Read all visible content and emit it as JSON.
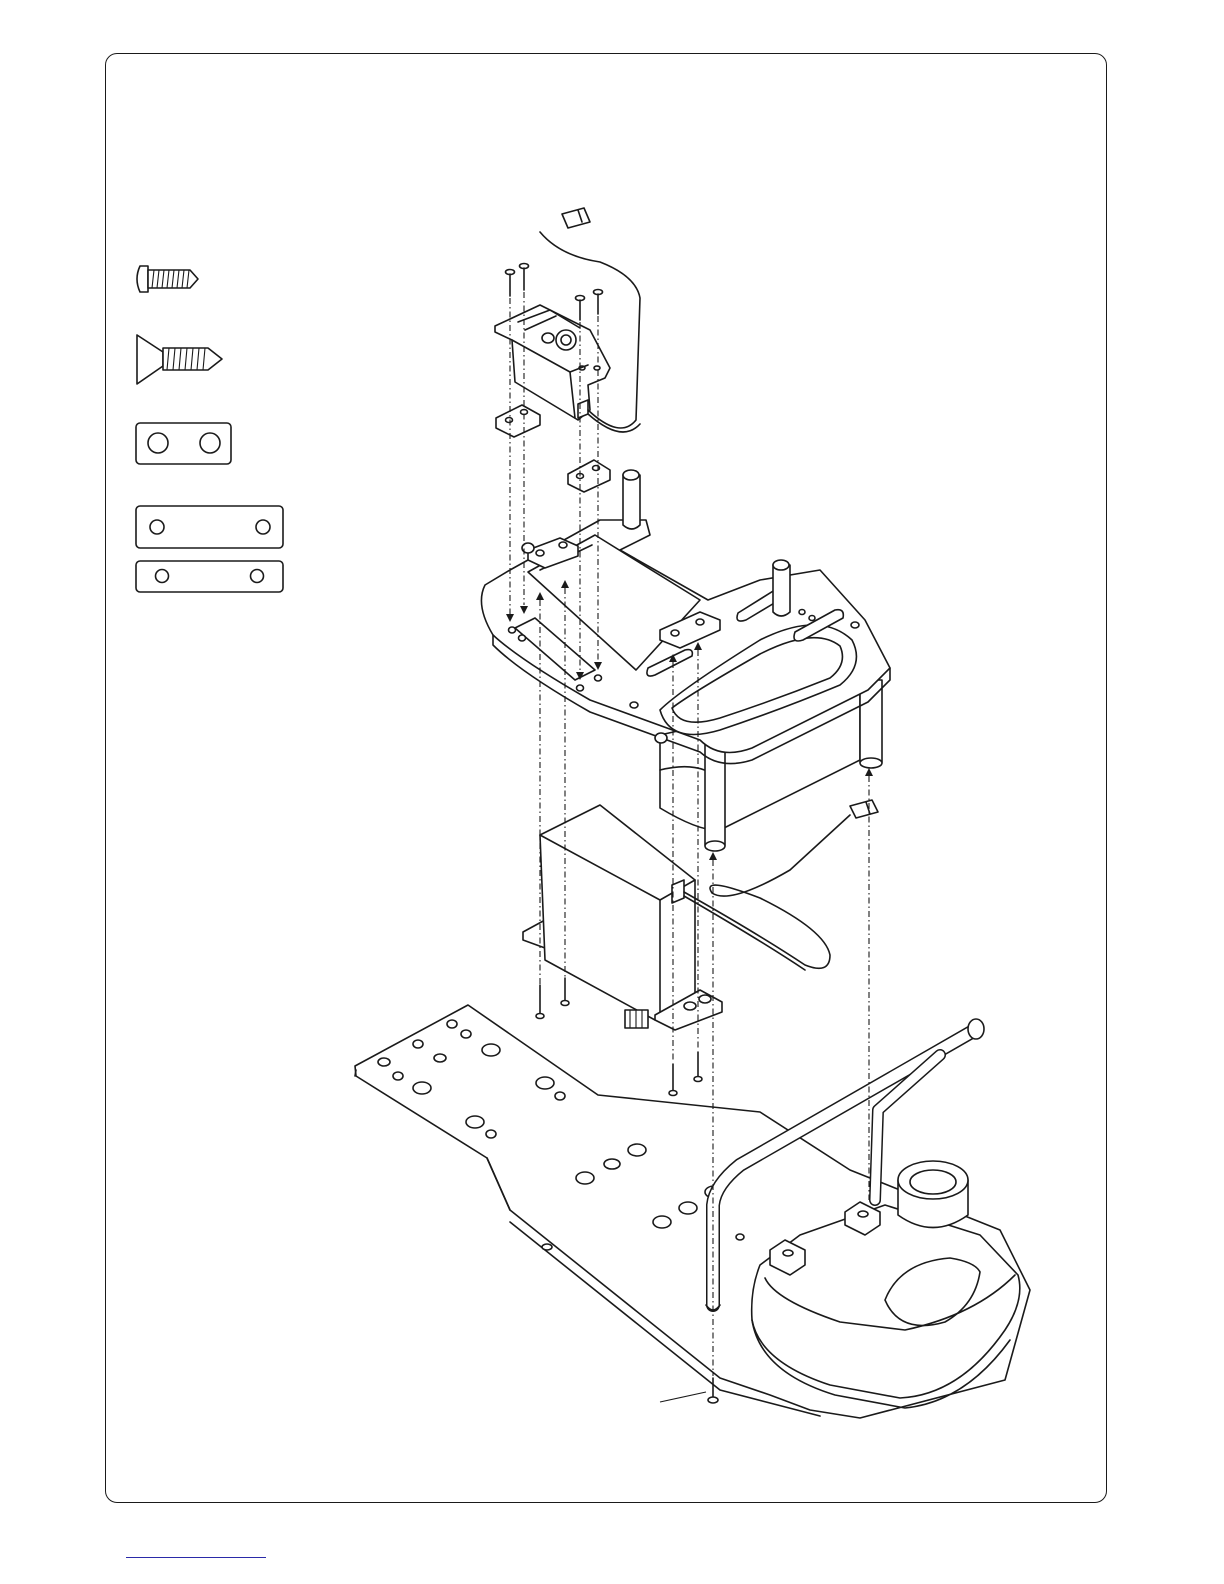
{
  "diagram": {
    "style": "exploded assembly line drawing",
    "line_color": "#1a1a1a",
    "frame_color": "#1a1a1a",
    "footer_rule_color": "#2a2aa8",
    "legend_parts": [
      {
        "id": "pan-head-screw",
        "icon": "pan-head-screw-icon"
      },
      {
        "id": "countersunk-screw",
        "icon": "countersunk-screw-icon"
      },
      {
        "id": "short-mount-plate",
        "icon": "two-hole-plate-icon"
      },
      {
        "id": "long-mount-plate-a",
        "icon": "long-plate-icon"
      },
      {
        "id": "long-mount-plate-b",
        "icon": "long-plate-icon"
      }
    ]
  }
}
